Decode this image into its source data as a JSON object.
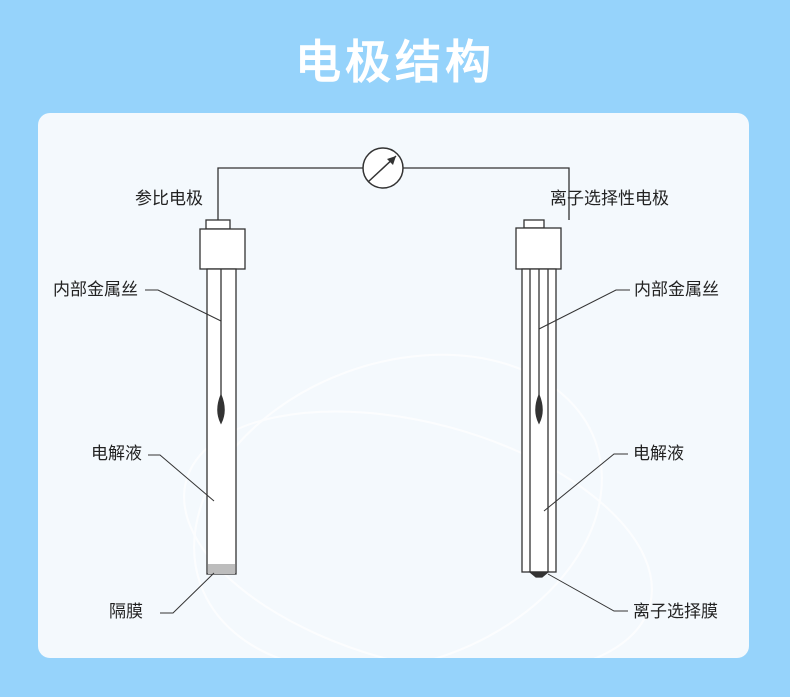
{
  "title": "电极结构",
  "left_electrode": {
    "name": "参比电极",
    "inner_wire_label": "内部金属丝",
    "electrolyte_label": "电解液",
    "membrane_label": "隔膜"
  },
  "right_electrode": {
    "name": "离子选择性电极",
    "inner_wire_label": "内部金属丝",
    "electrolyte_label": "电解液",
    "membrane_label": "离子选择膜"
  },
  "meter_icon": "gauge-icon",
  "colors": {
    "background": "#96d3fb",
    "card": "#f4f9fd",
    "stroke": "#333333",
    "membrane": "#bdbdbd"
  }
}
